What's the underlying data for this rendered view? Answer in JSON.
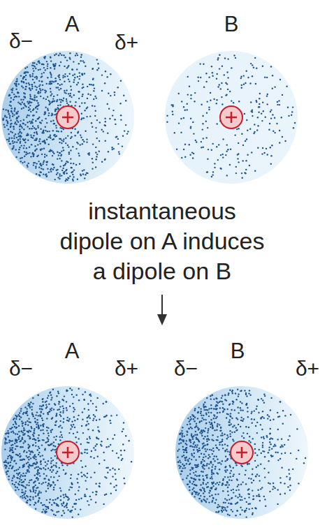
{
  "diagram": {
    "labels": [
      "δ−",
      "A",
      "δ+",
      "B",
      "instantaneous dipole on A induces a dipole on B",
      "δ−",
      "A",
      "δ+",
      "δ−",
      "B",
      "δ+"
    ]
  }
}
